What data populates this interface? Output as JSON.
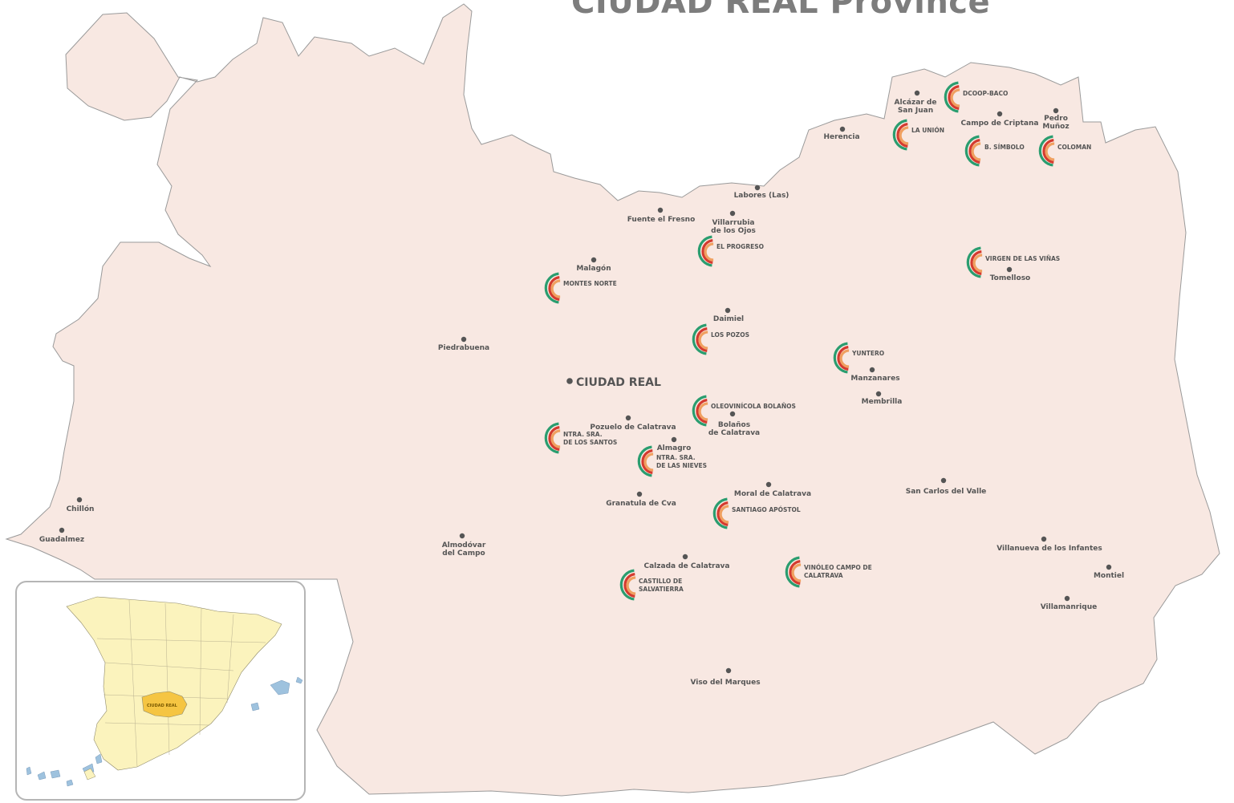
{
  "title": "CIUDAD REAL Province",
  "colors": {
    "province_fill": "#f8e8e2",
    "province_stroke": "#9a9a9a",
    "title": "#7d7d7d",
    "dot": "#555555",
    "text": "#555555",
    "arc_green": "#2a9d6f",
    "arc_red": "#d43b2f",
    "arc_orange": "#f0a060",
    "inset_spain": "#fbf3bd",
    "inset_ciudad_real": "#f5c542",
    "inset_islands": "#9ec2de"
  },
  "capital": {
    "name": "CIUDAD REAL",
    "icon": "dot-icon"
  },
  "towns": [
    {
      "id": "alcazar",
      "lines": [
        "Alcázar de",
        "San Juan"
      ]
    },
    {
      "id": "campo-criptana",
      "lines": [
        "Campo de Criptana"
      ]
    },
    {
      "id": "pedro-munoz",
      "lines": [
        "Pedro",
        "Muñoz"
      ]
    },
    {
      "id": "herencia",
      "lines": [
        "Herencia"
      ]
    },
    {
      "id": "labores",
      "lines": [
        "Labores (Las)"
      ]
    },
    {
      "id": "fuente-fresno",
      "lines": [
        "Fuente el Fresno"
      ]
    },
    {
      "id": "villarrubia",
      "lines": [
        "Villarrubia",
        "de los Ojos"
      ]
    },
    {
      "id": "malagon",
      "lines": [
        "Malagón"
      ]
    },
    {
      "id": "tomelloso",
      "lines": [
        "Tomelloso"
      ]
    },
    {
      "id": "daimiel",
      "lines": [
        "Daimiel"
      ]
    },
    {
      "id": "piedrabuena",
      "lines": [
        "Piedrabuena"
      ]
    },
    {
      "id": "manzanares",
      "lines": [
        "Manzanares"
      ]
    },
    {
      "id": "membrilla",
      "lines": [
        "Membrilla"
      ]
    },
    {
      "id": "bolanos",
      "lines": [
        "Bolaños",
        "de Calatrava"
      ]
    },
    {
      "id": "pozuelo",
      "lines": [
        "Pozuelo de Calatrava"
      ]
    },
    {
      "id": "almagro",
      "lines": [
        "Almagro"
      ]
    },
    {
      "id": "moral",
      "lines": [
        "Moral de Calatrava"
      ]
    },
    {
      "id": "san-carlos",
      "lines": [
        "San Carlos del Valle"
      ]
    },
    {
      "id": "granatula",
      "lines": [
        "Granatula de Cva"
      ]
    },
    {
      "id": "chillon",
      "lines": [
        "Chillón"
      ]
    },
    {
      "id": "guadalmez",
      "lines": [
        "Guadalmez"
      ]
    },
    {
      "id": "almodovar",
      "lines": [
        "Almodóvar",
        "del Campo"
      ]
    },
    {
      "id": "villanueva",
      "lines": [
        "Villanueva de los Infantes"
      ]
    },
    {
      "id": "calzada",
      "lines": [
        "Calzada de Calatrava"
      ]
    },
    {
      "id": "montiel",
      "lines": [
        "Montiel"
      ]
    },
    {
      "id": "villamanrique",
      "lines": [
        "Villamanrique"
      ]
    },
    {
      "id": "viso",
      "lines": [
        "Viso del Marques"
      ]
    }
  ],
  "cooperatives": [
    {
      "id": "dcoop-baco",
      "lines": [
        "DCOOP-BACO"
      ],
      "icon": "cooperative-arcs-icon"
    },
    {
      "id": "la-union",
      "lines": [
        "LA UNIÓN"
      ],
      "icon": "cooperative-arcs-icon"
    },
    {
      "id": "b-simbolo",
      "lines": [
        "B. SÍMBOLO"
      ],
      "icon": "cooperative-arcs-icon"
    },
    {
      "id": "coloman",
      "lines": [
        "COLOMAN"
      ],
      "icon": "cooperative-arcs-icon"
    },
    {
      "id": "el-progreso",
      "lines": [
        "EL PROGRESO"
      ],
      "icon": "cooperative-arcs-icon"
    },
    {
      "id": "virgen-vinas",
      "lines": [
        "VIRGEN DE LAS VIÑAS"
      ],
      "icon": "cooperative-arcs-icon"
    },
    {
      "id": "montes-norte",
      "lines": [
        "MONTES NORTE"
      ],
      "icon": "cooperative-arcs-icon"
    },
    {
      "id": "los-pozos",
      "lines": [
        "LOS POZOS"
      ],
      "icon": "cooperative-arcs-icon"
    },
    {
      "id": "yuntero",
      "lines": [
        "YUNTERO"
      ],
      "icon": "cooperative-arcs-icon"
    },
    {
      "id": "oleovinicola",
      "lines": [
        "OLEOVINÍCOLA BOLAÑOS"
      ],
      "icon": "cooperative-arcs-icon"
    },
    {
      "id": "ntra-santos",
      "lines": [
        "NTRA. SRA.",
        "DE LOS SANTOS"
      ],
      "icon": "cooperative-arcs-icon"
    },
    {
      "id": "ntra-nieves",
      "lines": [
        "NTRA. SRA.",
        "DE LAS NIEVES"
      ],
      "icon": "cooperative-arcs-icon"
    },
    {
      "id": "santiago",
      "lines": [
        "SANTIAGO APÓSTOL"
      ],
      "icon": "cooperative-arcs-icon"
    },
    {
      "id": "vinoleo",
      "lines": [
        "VINÓLEO CAMPO DE",
        "CALATRAVA"
      ],
      "icon": "cooperative-arcs-icon"
    },
    {
      "id": "castillo",
      "lines": [
        "CASTILLO DE",
        "SALVATIERRA"
      ],
      "icon": "cooperative-arcs-icon"
    }
  ],
  "inset": {
    "highlight_label": "CIUDAD REAL"
  }
}
